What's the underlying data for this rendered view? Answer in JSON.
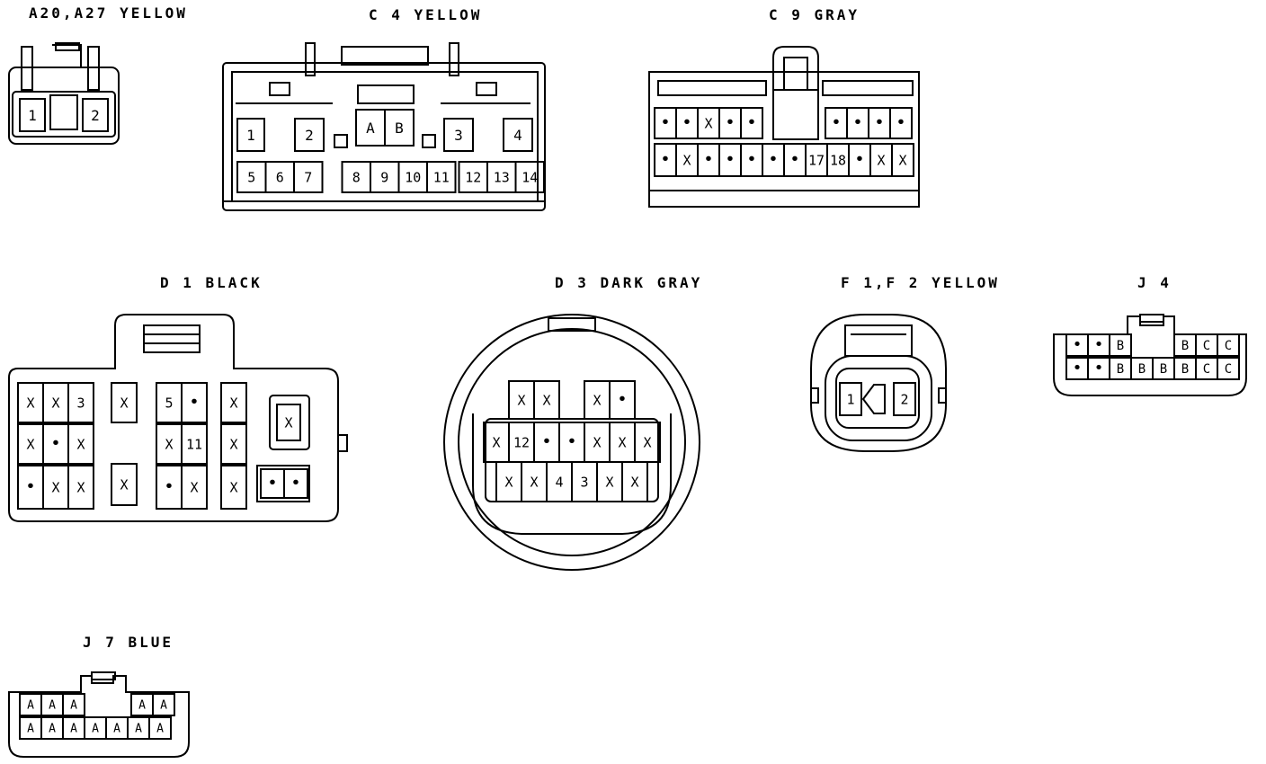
{
  "connectors": {
    "a20": {
      "title": "A20,A27 YELLOW",
      "pins": [
        "1",
        "2"
      ]
    },
    "c4": {
      "title": "C 4 YELLOW",
      "upper": [
        "1",
        "2",
        "A",
        "B",
        "3",
        "4"
      ],
      "lower": [
        "5",
        "6",
        "7",
        "8",
        "9",
        "10",
        "11",
        "12",
        "13",
        "14"
      ]
    },
    "c9": {
      "title": "C 9 GRAY",
      "row1": [
        "•",
        "•",
        "X",
        "•",
        "•",
        "•",
        "•",
        "•",
        "•"
      ],
      "row2": [
        "•",
        "X",
        "•",
        "•",
        "•",
        "•",
        "•",
        "17",
        "18",
        "•",
        "X",
        "X"
      ]
    },
    "d1": {
      "title": "D 1 BLACK",
      "grid": [
        [
          "X",
          "X",
          "3",
          "X",
          "5",
          "•",
          "X"
        ],
        [
          "X",
          "•",
          "X",
          "X",
          "11",
          "X"
        ],
        [
          "•",
          "X",
          "X",
          "X",
          "•",
          "X",
          "X"
        ]
      ],
      "side": [
        "X",
        "•",
        "•"
      ]
    },
    "d3": {
      "title": "D 3 DARK GRAY",
      "row1": [
        "X",
        "X",
        "X",
        "•"
      ],
      "row2": [
        "X",
        "12",
        "•",
        "•",
        "X",
        "X",
        "X"
      ],
      "row3": [
        "X",
        "X",
        "4",
        "3",
        "X",
        "X"
      ]
    },
    "f1": {
      "title": "F 1,F 2 YELLOW",
      "pins": [
        "1",
        "2"
      ]
    },
    "j4": {
      "title": "J 4",
      "row1": [
        "•",
        "•",
        "B",
        "B",
        "C",
        "C"
      ],
      "row2": [
        "•",
        "•",
        "B",
        "B",
        "B",
        "B",
        "C",
        "C"
      ]
    },
    "j7": {
      "title": "J 7 BLUE",
      "row1": [
        "A",
        "A",
        "A",
        "A",
        "A"
      ],
      "row2": [
        "A",
        "A",
        "A",
        "A",
        "A",
        "A",
        "A"
      ]
    }
  }
}
